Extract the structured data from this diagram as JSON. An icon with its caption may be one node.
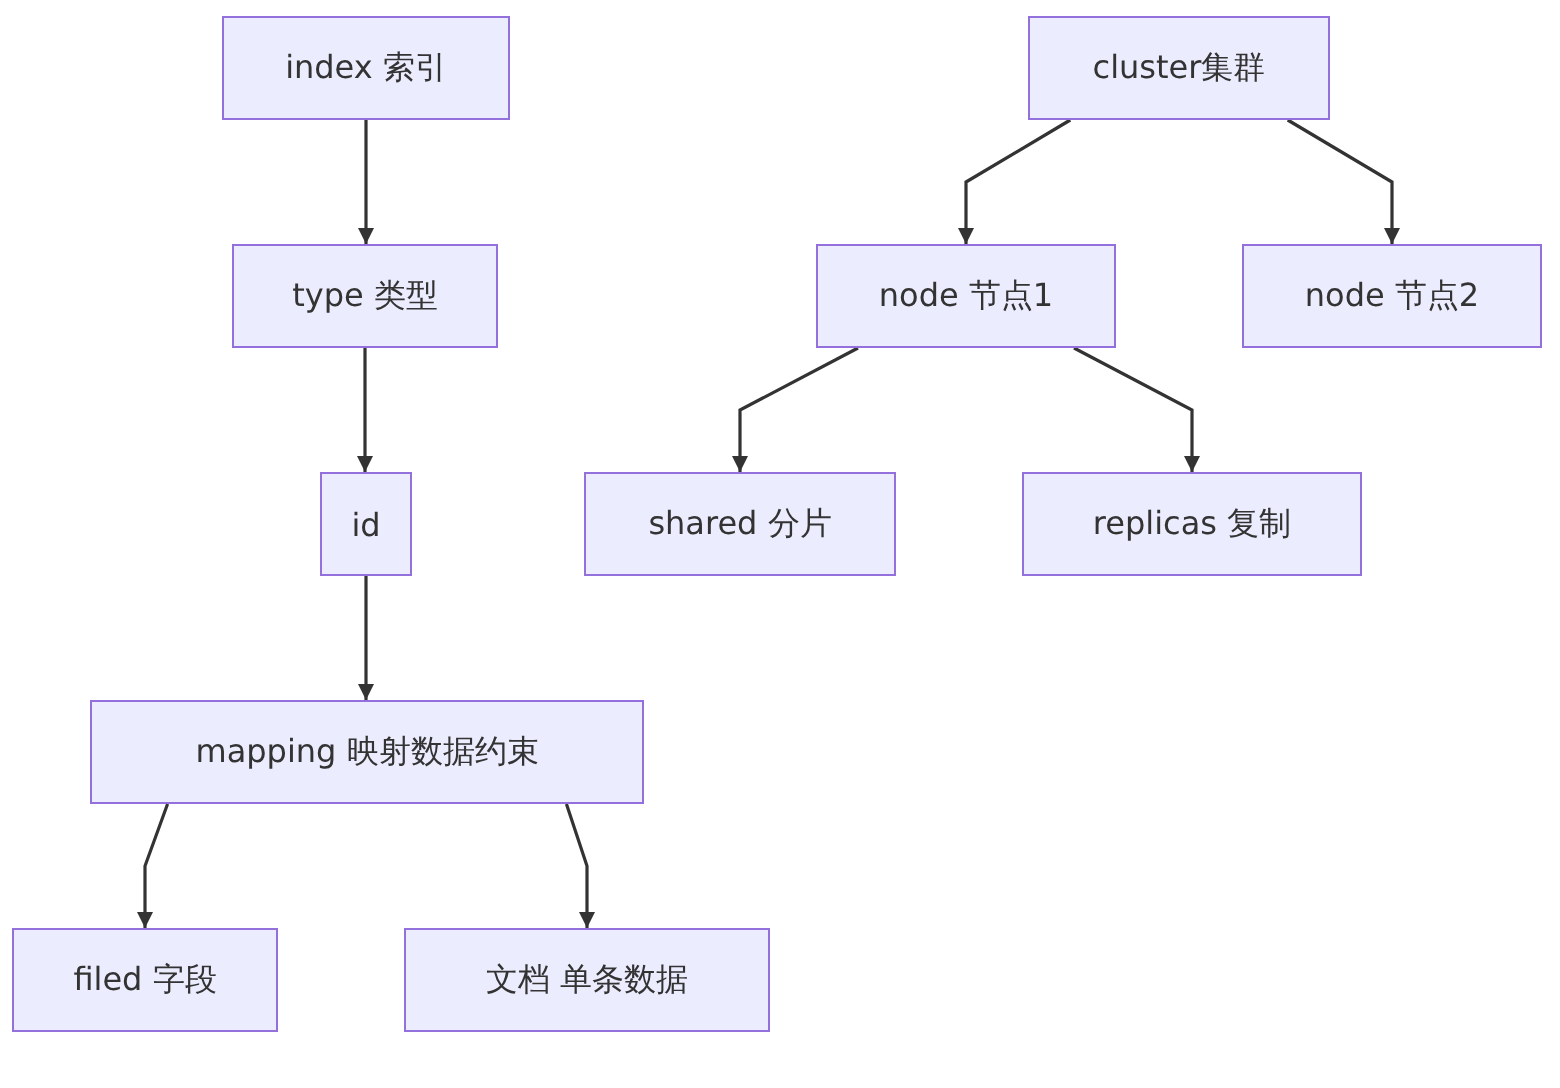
{
  "diagram": {
    "nodes": [
      {
        "text": [
          "index 索引"
        ]
      },
      {
        "text": [
          "cluster集群"
        ]
      },
      {
        "text": [
          "type 类型"
        ]
      },
      {
        "text": [
          "node 节点1"
        ]
      },
      {
        "text": [
          "node 节点2"
        ]
      },
      {
        "text": [
          "id"
        ]
      },
      {
        "text": [
          "shared 分片"
        ]
      },
      {
        "text": [
          "replicas 复制"
        ]
      },
      {
        "text": [
          "mapping 映射数据约束"
        ]
      },
      {
        "text": [
          "filed 字段"
        ]
      },
      {
        "text": [
          "文档 单条数据"
        ]
      }
    ],
    "edges": [
      {
        "from": 0,
        "to": 2,
        "arrow": "to"
      },
      {
        "from": 2,
        "to": 5,
        "arrow": "to"
      },
      {
        "from": 5,
        "to": 8,
        "arrow": "to"
      },
      {
        "from": 8,
        "to": 9,
        "arrow": "to"
      },
      {
        "from": 8,
        "to": 10,
        "arrow": "to"
      },
      {
        "from": 1,
        "to": 3,
        "arrow": "to"
      },
      {
        "from": 1,
        "to": 4,
        "arrow": "to"
      },
      {
        "from": 3,
        "to": 6,
        "arrow": "to"
      },
      {
        "from": 3,
        "to": 7,
        "arrow": "to"
      }
    ]
  }
}
